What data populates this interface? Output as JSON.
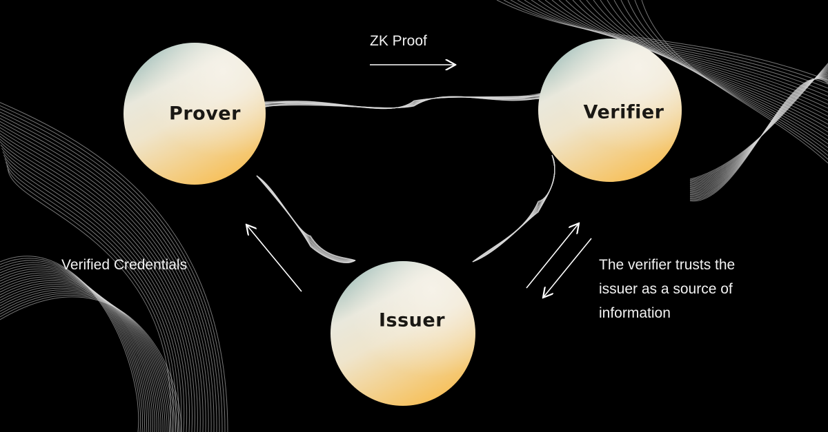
{
  "nodes": {
    "prover": "Prover",
    "verifier": "Verifier",
    "issuer": "Issuer"
  },
  "edges": {
    "zk_proof": "ZK Proof",
    "verified_credentials": "Verified Credentials",
    "trust_line1": "The verifier trusts the",
    "trust_line2": "issuer as a source of",
    "trust_line3": "information"
  },
  "colors": {
    "background": "#000000",
    "circle_top": "#f3efe4",
    "circle_teal": "#a9c4bf",
    "circle_bottom": "#f6c56a",
    "text": "#1a1814"
  }
}
